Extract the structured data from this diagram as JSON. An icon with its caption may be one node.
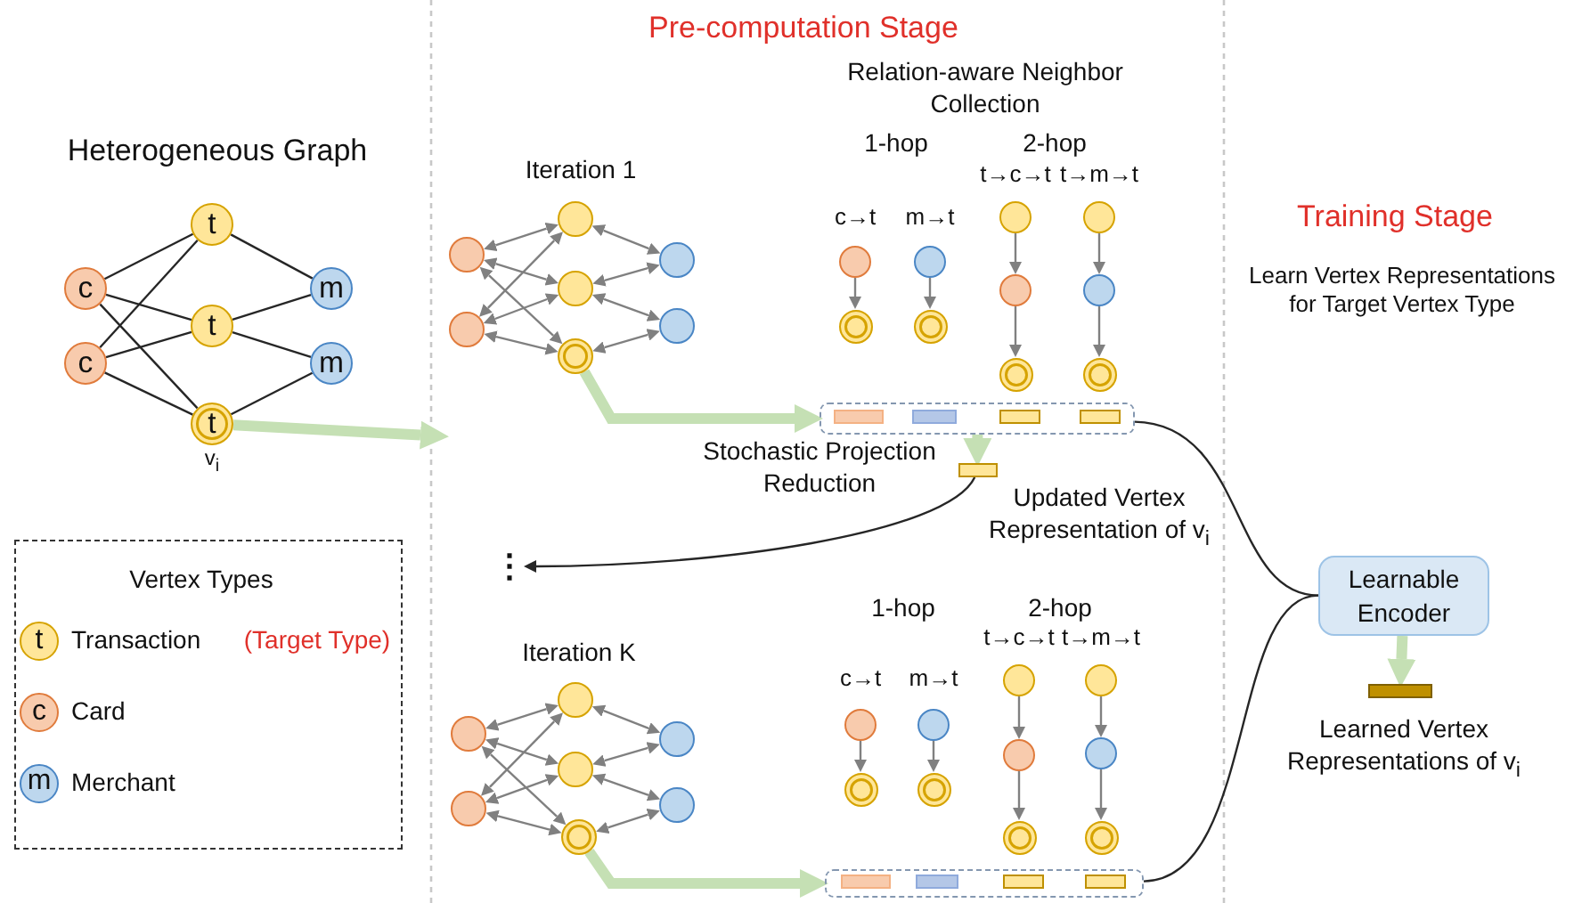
{
  "diagram": {
    "nodes": [
      {
        "text": [
          "c"
        ]
      },
      {
        "text": [
          "c"
        ]
      },
      {
        "text": [
          "t"
        ]
      },
      {
        "text": [
          "t"
        ]
      },
      {
        "text": [
          "t"
        ],
        "beside": [
          "v$_{i}$"
        ]
      },
      {
        "text": [
          "m"
        ]
      },
      {
        "text": [
          "m"
        ]
      },
      {
        "text": [],
        "shape": "circle"
      },
      {
        "text": [],
        "shape": "circle"
      },
      {
        "text": [],
        "shape": "circle"
      },
      {
        "text": [],
        "shape": "circle"
      },
      {
        "text": [],
        "shape": "circle"
      },
      {
        "text": [],
        "shape": "circle"
      },
      {
        "text": [],
        "shape": "circle"
      },
      {
        "text": [],
        "shape": "circle"
      },
      {
        "text": [],
        "shape": "circle"
      },
      {
        "text": [],
        "shape": "circle"
      },
      {
        "text": [],
        "shape": "circle"
      },
      {
        "text": [],
        "shape": "circle"
      },
      {
        "text": [],
        "shape": "circle"
      },
      {
        "text": [],
        "shape": "circle"
      },
      {
        "text": [],
        "shape": "circle"
      },
      {
        "text": [],
        "shape": "circle"
      },
      {
        "text": [],
        "shape": "circle"
      },
      {
        "text": [],
        "shape": "box"
      },
      {
        "text": [],
        "shape": "bar",
        "in": 24
      },
      {
        "text": [],
        "shape": "bar",
        "in": 24
      },
      {
        "text": [],
        "shape": "bar",
        "in": 24
      },
      {
        "text": [],
        "shape": "bar",
        "in": 24
      },
      {
        "text": [],
        "shape": "bar",
        "beside": [
          "Updated Vertex Representation of v$_{i}$"
        ]
      },
      {
        "text": [
          "⋮"
        ]
      },
      {
        "text": [],
        "shape": "circle"
      },
      {
        "text": [],
        "shape": "circle"
      },
      {
        "text": [],
        "shape": "circle"
      },
      {
        "text": [],
        "shape": "circle"
      },
      {
        "text": [],
        "shape": "circle"
      },
      {
        "text": [],
        "shape": "circle"
      },
      {
        "text": [],
        "shape": "circle"
      },
      {
        "text": [],
        "shape": "circle"
      },
      {
        "text": [],
        "shape": "circle"
      },
      {
        "text": [],
        "shape": "circle"
      },
      {
        "text": [],
        "shape": "circle"
      },
      {
        "text": [],
        "shape": "circle"
      },
      {
        "text": [],
        "shape": "circle"
      },
      {
        "text": [],
        "shape": "circle"
      },
      {
        "text": [],
        "shape": "circle"
      },
      {
        "text": [],
        "shape": "circle"
      },
      {
        "text": [],
        "shape": "circle"
      },
      {
        "text": [],
        "shape": "box"
      },
      {
        "text": [],
        "shape": "bar",
        "in": 48
      },
      {
        "text": [],
        "shape": "bar",
        "in": 48
      },
      {
        "text": [],
        "shape": "bar",
        "in": 48
      },
      {
        "text": [],
        "shape": "bar",
        "in": 48
      },
      {
        "text": [
          "Learnable Encoder"
        ]
      },
      {
        "text": [],
        "shape": "bar",
        "beside": [
          "Learned Vertex Representations of v$_{i}$"
        ]
      }
    ],
    "edges": [
      {
        "from": 0,
        "to": 2,
        "arrow": "none",
        "color": "#262626"
      },
      {
        "from": 0,
        "to": 3,
        "arrow": "none",
        "color": "#262626"
      },
      {
        "from": 0,
        "to": 4,
        "arrow": "none",
        "color": "#262626"
      },
      {
        "from": 1,
        "to": 2,
        "arrow": "none",
        "color": "#262626"
      },
      {
        "from": 1,
        "to": 3,
        "arrow": "none",
        "color": "#262626"
      },
      {
        "from": 1,
        "to": 4,
        "arrow": "none",
        "color": "#262626"
      },
      {
        "from": 2,
        "to": 5,
        "arrow": "none",
        "color": "#262626"
      },
      {
        "from": 3,
        "to": 5,
        "arrow": "none",
        "color": "#262626"
      },
      {
        "from": 3,
        "to": 6,
        "arrow": "none",
        "color": "#262626"
      },
      {
        "from": 4,
        "to": 6,
        "arrow": "none",
        "color": "#262626"
      },
      {
        "from": 7,
        "to": 9,
        "arrow": "both"
      },
      {
        "from": 7,
        "to": 10,
        "arrow": "both"
      },
      {
        "from": 7,
        "to": 11,
        "arrow": "both"
      },
      {
        "from": 8,
        "to": 9,
        "arrow": "both"
      },
      {
        "from": 8,
        "to": 10,
        "arrow": "both"
      },
      {
        "from": 8,
        "to": 11,
        "arrow": "both"
      },
      {
        "from": 9,
        "to": 12,
        "arrow": "both"
      },
      {
        "from": 10,
        "to": 12,
        "arrow": "both"
      },
      {
        "from": 10,
        "to": 13,
        "arrow": "both"
      },
      {
        "from": 11,
        "to": 13,
        "arrow": "both"
      },
      {
        "from": 14,
        "to": 15,
        "arrow": "to"
      },
      {
        "from": 16,
        "to": 17,
        "arrow": "to"
      },
      {
        "from": 18,
        "to": 19,
        "arrow": "to"
      },
      {
        "from": 19,
        "to": 20,
        "arrow": "to"
      },
      {
        "from": 21,
        "to": 22,
        "arrow": "to"
      },
      {
        "from": 22,
        "to": 23,
        "arrow": "to"
      },
      {
        "from": 4,
        "to": null,
        "arrow": "to",
        "style": "thick",
        "color": "#c5e0b4"
      },
      {
        "from": 11,
        "to": 24,
        "arrow": "to",
        "style": "thick",
        "color": "#c5e0b4"
      },
      {
        "from": 24,
        "to": 29,
        "arrow": "to",
        "style": "thick",
        "color": "#c5e0b4"
      },
      {
        "from": 29,
        "to": 30,
        "arrow": "to",
        "color": "#262626"
      },
      {
        "from": 24,
        "to": 53,
        "arrow": "none",
        "color": "#262626"
      },
      {
        "from": 31,
        "to": 33,
        "arrow": "both"
      },
      {
        "from": 31,
        "to": 34,
        "arrow": "both"
      },
      {
        "from": 31,
        "to": 35,
        "arrow": "both"
      },
      {
        "from": 32,
        "to": 33,
        "arrow": "both"
      },
      {
        "from": 32,
        "to": 34,
        "arrow": "both"
      },
      {
        "from": 32,
        "to": 35,
        "arrow": "both"
      },
      {
        "from": 33,
        "to": 36,
        "arrow": "both"
      },
      {
        "from": 34,
        "to": 36,
        "arrow": "both"
      },
      {
        "from": 34,
        "to": 37,
        "arrow": "both"
      },
      {
        "from": 35,
        "to": 37,
        "arrow": "both"
      },
      {
        "from": 38,
        "to": 39,
        "arrow": "to"
      },
      {
        "from": 40,
        "to": 41,
        "arrow": "to"
      },
      {
        "from": 42,
        "to": 43,
        "arrow": "to"
      },
      {
        "from": 43,
        "to": 44,
        "arrow": "to"
      },
      {
        "from": 45,
        "to": 46,
        "arrow": "to"
      },
      {
        "from": 46,
        "to": 47,
        "arrow": "to"
      },
      {
        "from": 35,
        "to": 48,
        "arrow": "to",
        "style": "thick",
        "color": "#c5e0b4"
      },
      {
        "from": 48,
        "to": 53,
        "arrow": "none",
        "color": "#262626"
      },
      {
        "from": 53,
        "to": 54,
        "arrow": "to",
        "style": "thick",
        "color": "#c5e0b4"
      }
    ],
    "labels": [
      "Pre-computation Stage",
      "Heterogeneous Graph",
      "Relation-aware Neighbor Collection",
      "Iteration 1",
      "1-hop",
      "2-hop",
      "t→c→t",
      "t→m→t",
      "c→t",
      "m→t",
      "Training Stage",
      "Learn Vertex Representations for Target Vertex Type",
      "Stochastic Projection Reduction",
      "Vertex Types",
      "t",
      "(Target Type)",
      "c",
      "m",
      "1-hop",
      "2-hop",
      "t→c→t",
      "t→m→t",
      "Iteration K",
      "c→t",
      "m→t"
    ],
    "legend": [
      {
        "text": "Transaction",
        "color": "#ffe699"
      },
      {
        "text": "Card",
        "color": "#f8cbad"
      },
      {
        "text": "Merchant",
        "color": "#bdd7ee"
      }
    ]
  }
}
